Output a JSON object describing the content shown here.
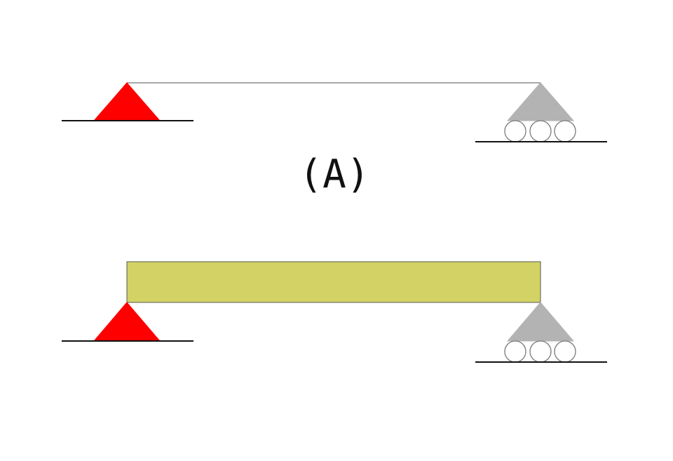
{
  "label": "(A)",
  "colors": {
    "background": "#ffffff",
    "pin_support": "#ff0000",
    "roller_support": "#b3b3b3",
    "roller_wheel_stroke": "#7a7a7a",
    "ground_line": "#111111",
    "beam_line": "#8a8a8a",
    "beam_fill": "#d3d365",
    "beam_stroke": "#555555"
  },
  "diagram": {
    "top_system": {
      "member": "line",
      "left_support": "pin",
      "right_support": "roller",
      "roller_wheels": 3
    },
    "bottom_system": {
      "member": "rectangle",
      "left_support": "pin",
      "right_support": "roller",
      "roller_wheels": 3
    }
  }
}
